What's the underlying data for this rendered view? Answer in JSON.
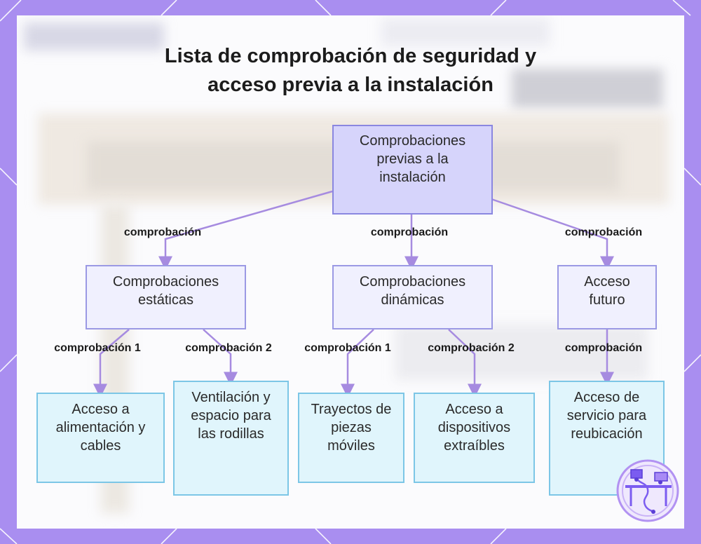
{
  "title_line1": "Lista de comprobación de seguridad y",
  "title_line2": "acceso previa a la instalación",
  "nodes": {
    "root": "Comprobaciones previas a la instalación",
    "static": "Comprobaciones estáticas",
    "dynamic": "Comprobaciones dinámicas",
    "future": "Acceso futuro",
    "power": "Acceso a alimentación y cables",
    "vent": "Ventilación y espacio para las rodillas",
    "moving": "Trayectos de piezas móviles",
    "devices": "Acceso a dispositivos extraíbles",
    "service": "Acceso de servicio para reubicación"
  },
  "edges": {
    "root_static": "comprobación",
    "root_dynamic": "comprobación",
    "root_future": "comprobación",
    "static_power": "comprobación 1",
    "static_vent": "comprobación 2",
    "dynamic_moving": "comprobación 1",
    "dynamic_devices": "comprobación 2",
    "future_service": "comprobación"
  },
  "colors": {
    "frame": "#a98ef0",
    "edge": "#a68be0",
    "root_fill": "#d6d4fb",
    "mid_fill": "#f0f0fe",
    "leaf_fill": "#e0f5fc"
  },
  "logo_icon": "desk-network-icon"
}
